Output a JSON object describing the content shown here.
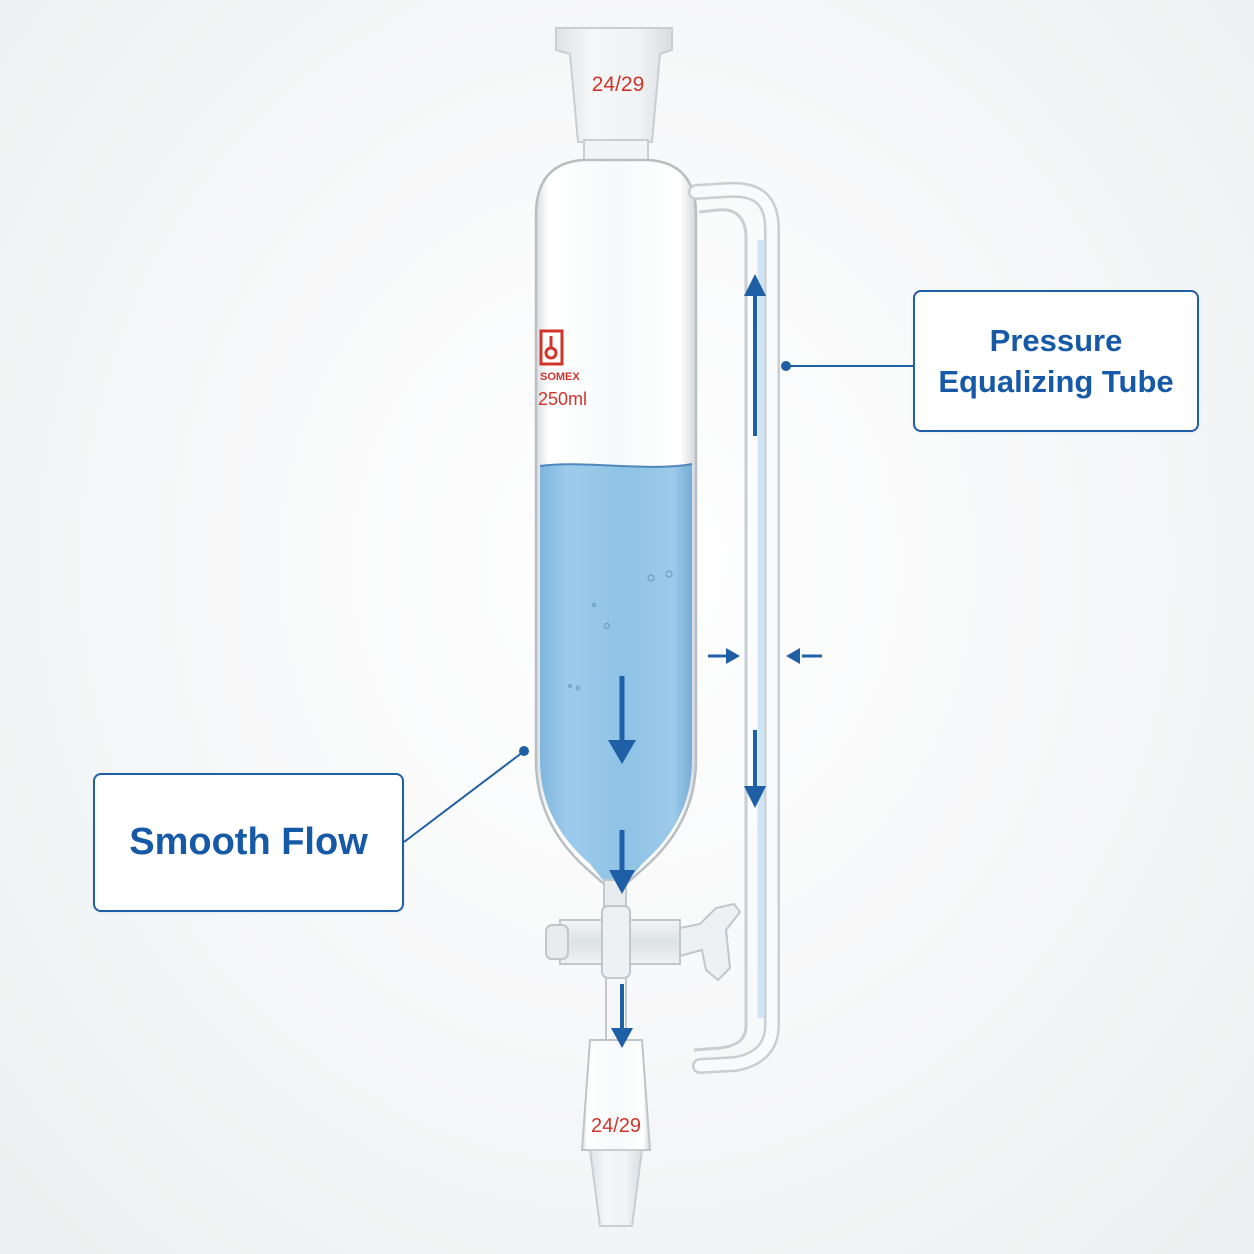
{
  "callouts": {
    "pressure_line1": "Pressure",
    "pressure_line2": "Equalizing Tube",
    "flow": "Smooth Flow"
  },
  "glass_markings": {
    "top_joint": "24/29",
    "bottom_joint": "24/29",
    "brand": "SOMEX",
    "capacity": "250ml"
  },
  "colors": {
    "accent": "#1f5fa6",
    "text_blue": "#1659a7",
    "liquid": "#8fc3e6",
    "marking_red": "#d0352c",
    "background": "#f3f4f5"
  }
}
